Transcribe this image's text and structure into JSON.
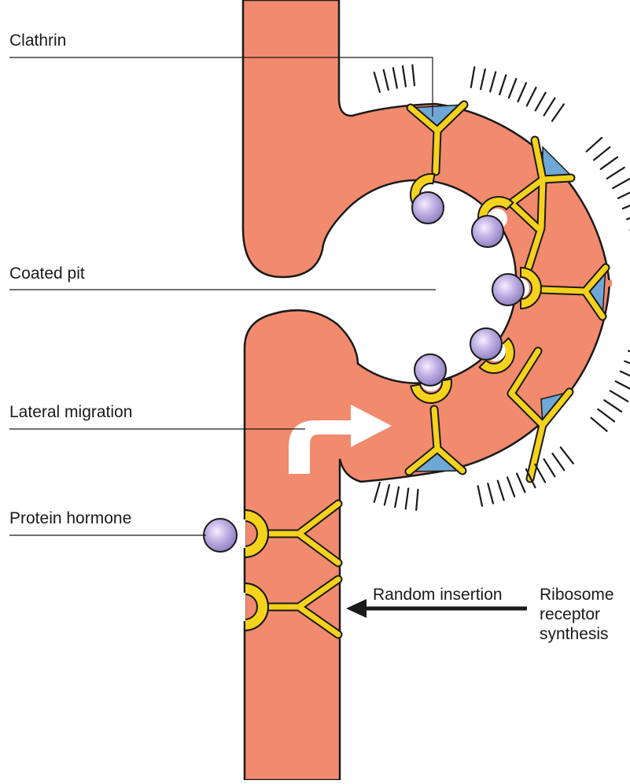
{
  "labels": {
    "clathrin": "Clathrin",
    "coated_pit": "Coated pit",
    "lateral_migration": "Lateral migration",
    "protein_hormone": "Protein hormone",
    "random_insertion": "Random insertion",
    "ribosome_line1": "Ribosome",
    "ribosome_line2": "receptor",
    "ribosome_line3": "synthesis"
  },
  "colors": {
    "membrane": "#F28A6E",
    "receptor": "#F5D21B",
    "clathrin": "#6FA8D6",
    "hormone": "#B9A8DC",
    "outline": "#1a1a1a"
  }
}
